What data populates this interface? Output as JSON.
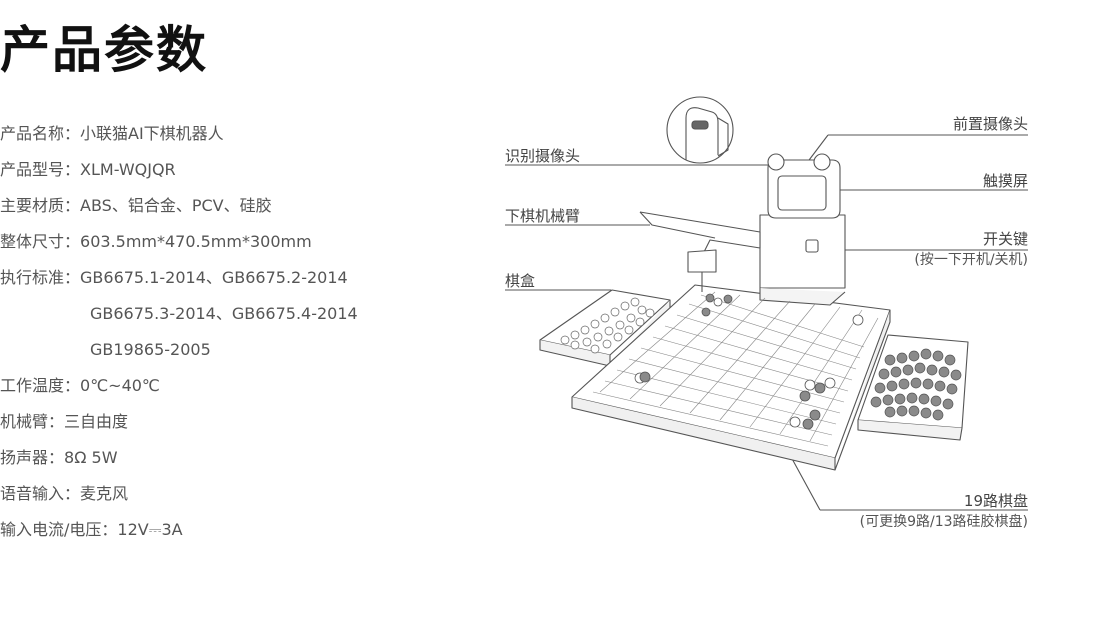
{
  "page": {
    "title": "产品参数"
  },
  "specs": [
    {
      "label": "产品名称：",
      "value": "小联猫AI下棋机器人"
    },
    {
      "label": "产品型号：",
      "value": "XLM-WQJQR"
    },
    {
      "label": "主要材质：",
      "value": "ABS、铝合金、PCV、硅胶"
    },
    {
      "label": "整体尺寸：",
      "value": "603.5mm*470.5mm*300mm"
    },
    {
      "label": "执行标准：",
      "value": "GB6675.1-2014、GB6675.2-2014"
    }
  ],
  "standards_cont": [
    "GB6675.3-2014、GB6675.4-2014",
    "GB19865-2005"
  ],
  "specs2": [
    {
      "label": "工作温度：",
      "value": "0℃~40℃"
    },
    {
      "label": "机械臂：",
      "value": "三自由度"
    },
    {
      "label": "扬声器：",
      "value": "8Ω 5W"
    },
    {
      "label": "语音输入：",
      "value": "麦克风"
    },
    {
      "label": "输入电流/电压：",
      "value": "12V⎓3A"
    }
  ],
  "callouts": {
    "front_camera": "前置摄像头",
    "recognition_camera": "识别摄像头",
    "touchscreen": "触摸屏",
    "arm": "下棋机械臂",
    "power_key": "开关键",
    "power_key_note": "(按一下开机/关机)",
    "stone_box": "棋盒",
    "board": "19路棋盘",
    "board_note": "(可更换9路/13路硅胶棋盘)"
  },
  "colors": {
    "line": "#555555",
    "text": "#333333",
    "title": "#111111",
    "stone_dark": "#8a8a8a"
  }
}
